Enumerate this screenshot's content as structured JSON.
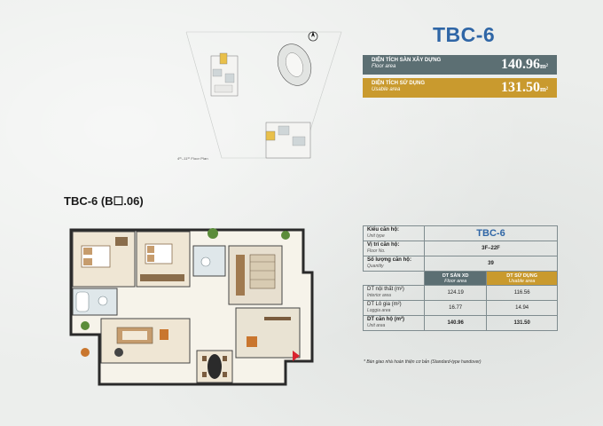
{
  "header": {
    "unit_title": "TBC-6",
    "floor_area_label_vi": "DIỆN TÍCH SÀN XÂY DỰNG",
    "floor_area_label_en": "Floor area",
    "floor_area_value": "140.96",
    "floor_area_unit": "m²",
    "usable_area_label_vi": "DIỆN TÍCH SỬ DỤNG",
    "usable_area_label_en": "Usable area",
    "usable_area_value": "131.50",
    "usable_area_unit": "m²"
  },
  "keyplan": {
    "caption": "4ᵗʰ–11ᵗʰ Floor Plan"
  },
  "unit_heading": "TBC-6 (B☐.06)",
  "spec_table": {
    "unit_type_vi": "Kiểu căn hộ:",
    "unit_type_en": "Unit type",
    "unit_type_value": "TBC-6",
    "floor_no_vi": "Vị trí căn hộ:",
    "floor_no_en": "Floor No.",
    "floor_no_value": "3F–22F",
    "quantity_vi": "Số lượng căn hộ:",
    "quantity_en": "Quantity",
    "quantity_value": "39",
    "col_floor_vi": "DT SÀN XD",
    "col_floor_en": "Floor area",
    "col_usable_vi": "DT SỬ DỤNG",
    "col_usable_en": "Usable area",
    "rows": [
      {
        "label_vi": "DT nội thất (m²)",
        "label_en": "Interior area",
        "floor": "124.19",
        "usable": "116.56"
      },
      {
        "label_vi": "DT Lô gia (m²)",
        "label_en": "Loggia area",
        "floor": "16.77",
        "usable": "14.94"
      },
      {
        "label_vi": "DT căn hộ (m²)",
        "label_en": "Unit area",
        "floor": "140.96",
        "usable": "131.50"
      }
    ]
  },
  "note": "* Bàn giao nhà hoàn thiện cơ bản (Standard-type handover)",
  "colors": {
    "accent_blue": "#2f66a6",
    "slate": "#5c6f73",
    "gold": "#c99a2e"
  }
}
